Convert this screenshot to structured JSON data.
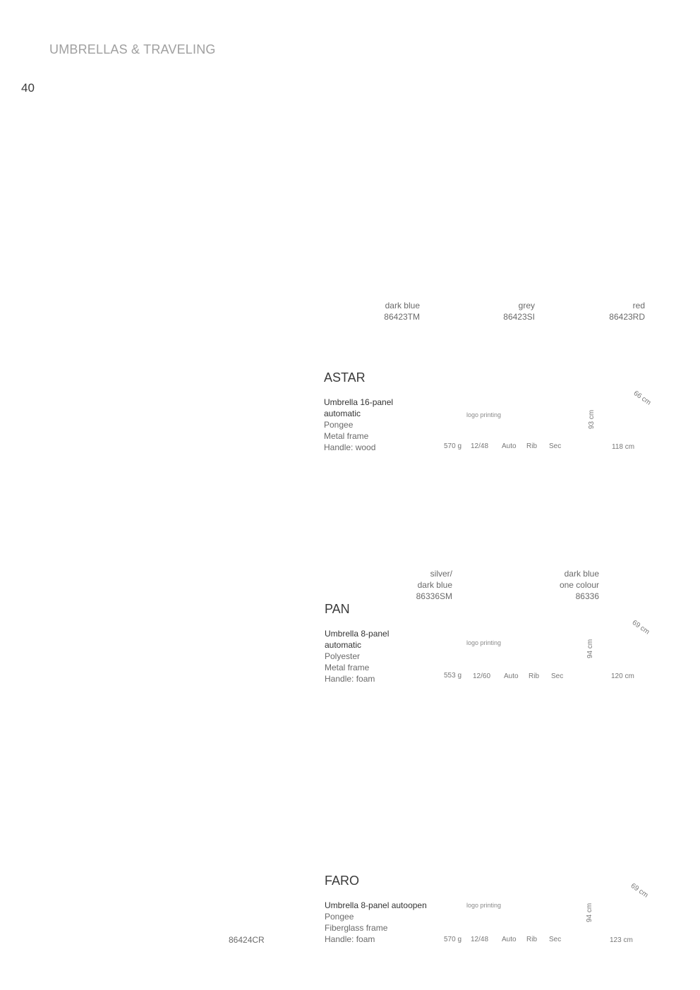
{
  "header": {
    "section": "UMBRELLAS & TRAVELING",
    "page_number": "40"
  },
  "astar": {
    "variants": [
      {
        "color": "dark blue",
        "code": "86423TM"
      },
      {
        "color": "grey",
        "code": "86423SI"
      },
      {
        "color": "red",
        "code": "86423RD"
      }
    ],
    "name": "ASTAR",
    "desc": [
      "Umbrella 16-panel",
      "automatic",
      "Pongee",
      "Metal frame",
      "Handle: wood"
    ],
    "logo": "logo printing",
    "specs": {
      "weight": "570 g",
      "pack": "12/48",
      "auto": "Auto",
      "rib": "Rib",
      "sec": "Sec"
    },
    "dims": {
      "height": "93 cm",
      "diag": "66 cm",
      "width": "118 cm"
    }
  },
  "pan": {
    "variants": [
      {
        "c1": "silver/",
        "c2": "dark blue",
        "code": "86336SM"
      },
      {
        "c1": "dark blue",
        "c2": "one colour",
        "code": "86336"
      }
    ],
    "name": "PAN",
    "desc": [
      "Umbrella 8-panel",
      "automatic",
      "Polyester",
      "Metal frame",
      "Handle: foam"
    ],
    "logo": "logo printing",
    "specs": {
      "weight": "553 g",
      "pack": "12/60",
      "auto": "Auto",
      "rib": "Rib",
      "sec": "Sec"
    },
    "dims": {
      "height": "94 cm",
      "diag": "69 cm",
      "width": "120 cm"
    }
  },
  "faro": {
    "code": "86424CR",
    "name": "FARO",
    "desc": [
      "Umbrella 8-panel autoopen",
      "Pongee",
      "Fiberglass frame",
      "Handle: foam"
    ],
    "logo": "logo printing",
    "specs": {
      "weight": "570 g",
      "pack": "12/48",
      "auto": "Auto",
      "rib": "Rib",
      "sec": "Sec"
    },
    "dims": {
      "height": "94 cm",
      "diag": "69 cm",
      "width": "123 cm"
    }
  }
}
